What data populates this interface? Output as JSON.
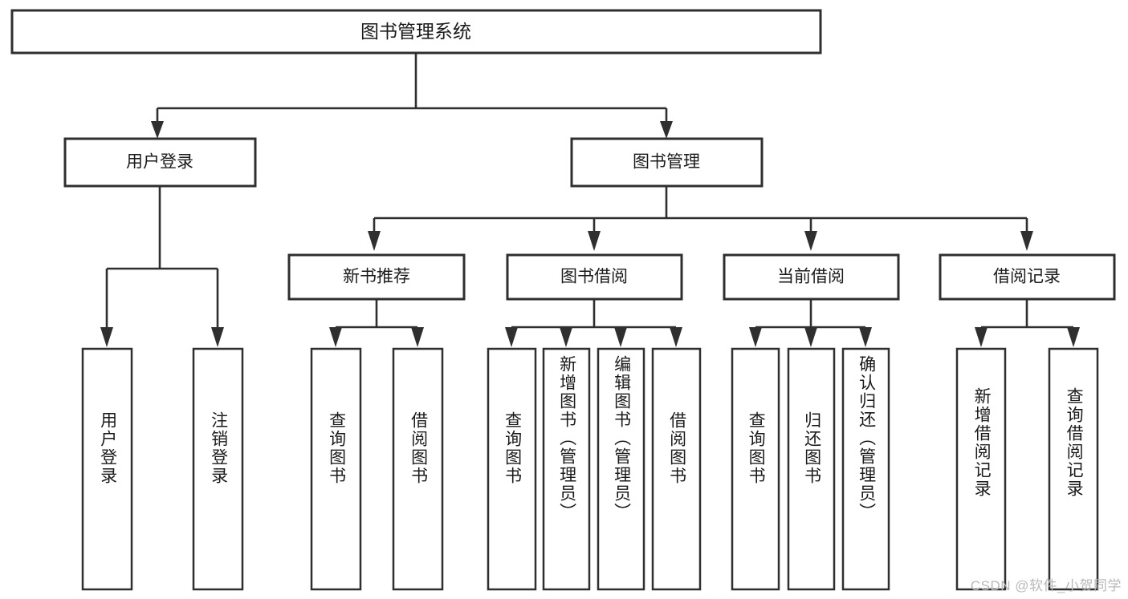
{
  "diagram": {
    "type": "tree-hierarchy",
    "title": "图书管理系统",
    "watermark": "CSDN @软件_小贺同学",
    "colors": {
      "background": "#ffffff",
      "stroke": "#2f2f2f",
      "text": "#1a1a1a",
      "watermark": "#b9b9b9"
    },
    "levels": {
      "root": {
        "label": "图书管理系统"
      },
      "level2": [
        {
          "label": "用户登录"
        },
        {
          "label": "图书管理"
        }
      ],
      "level3": [
        {
          "label": "新书推荐"
        },
        {
          "label": "图书借阅"
        },
        {
          "label": "当前借阅"
        },
        {
          "label": "借阅记录"
        }
      ],
      "leaves": {
        "user_login": [
          {
            "label": "用户登录"
          },
          {
            "label": "注销登录"
          }
        ],
        "new_book_recommend": [
          {
            "label": "查询图书"
          },
          {
            "label": "借阅图书"
          }
        ],
        "book_borrow": [
          {
            "label": "查询图书"
          },
          {
            "label": "新增图书（管理员）"
          },
          {
            "label": "编辑图书（管理员）"
          },
          {
            "label": "借阅图书"
          }
        ],
        "current_borrow": [
          {
            "label": "查询图书"
          },
          {
            "label": "归还图书"
          },
          {
            "label": "确认归还（管理员）"
          }
        ],
        "borrow_record": [
          {
            "label": "新增借阅记录"
          },
          {
            "label": "查询借阅记录"
          }
        ]
      }
    }
  }
}
